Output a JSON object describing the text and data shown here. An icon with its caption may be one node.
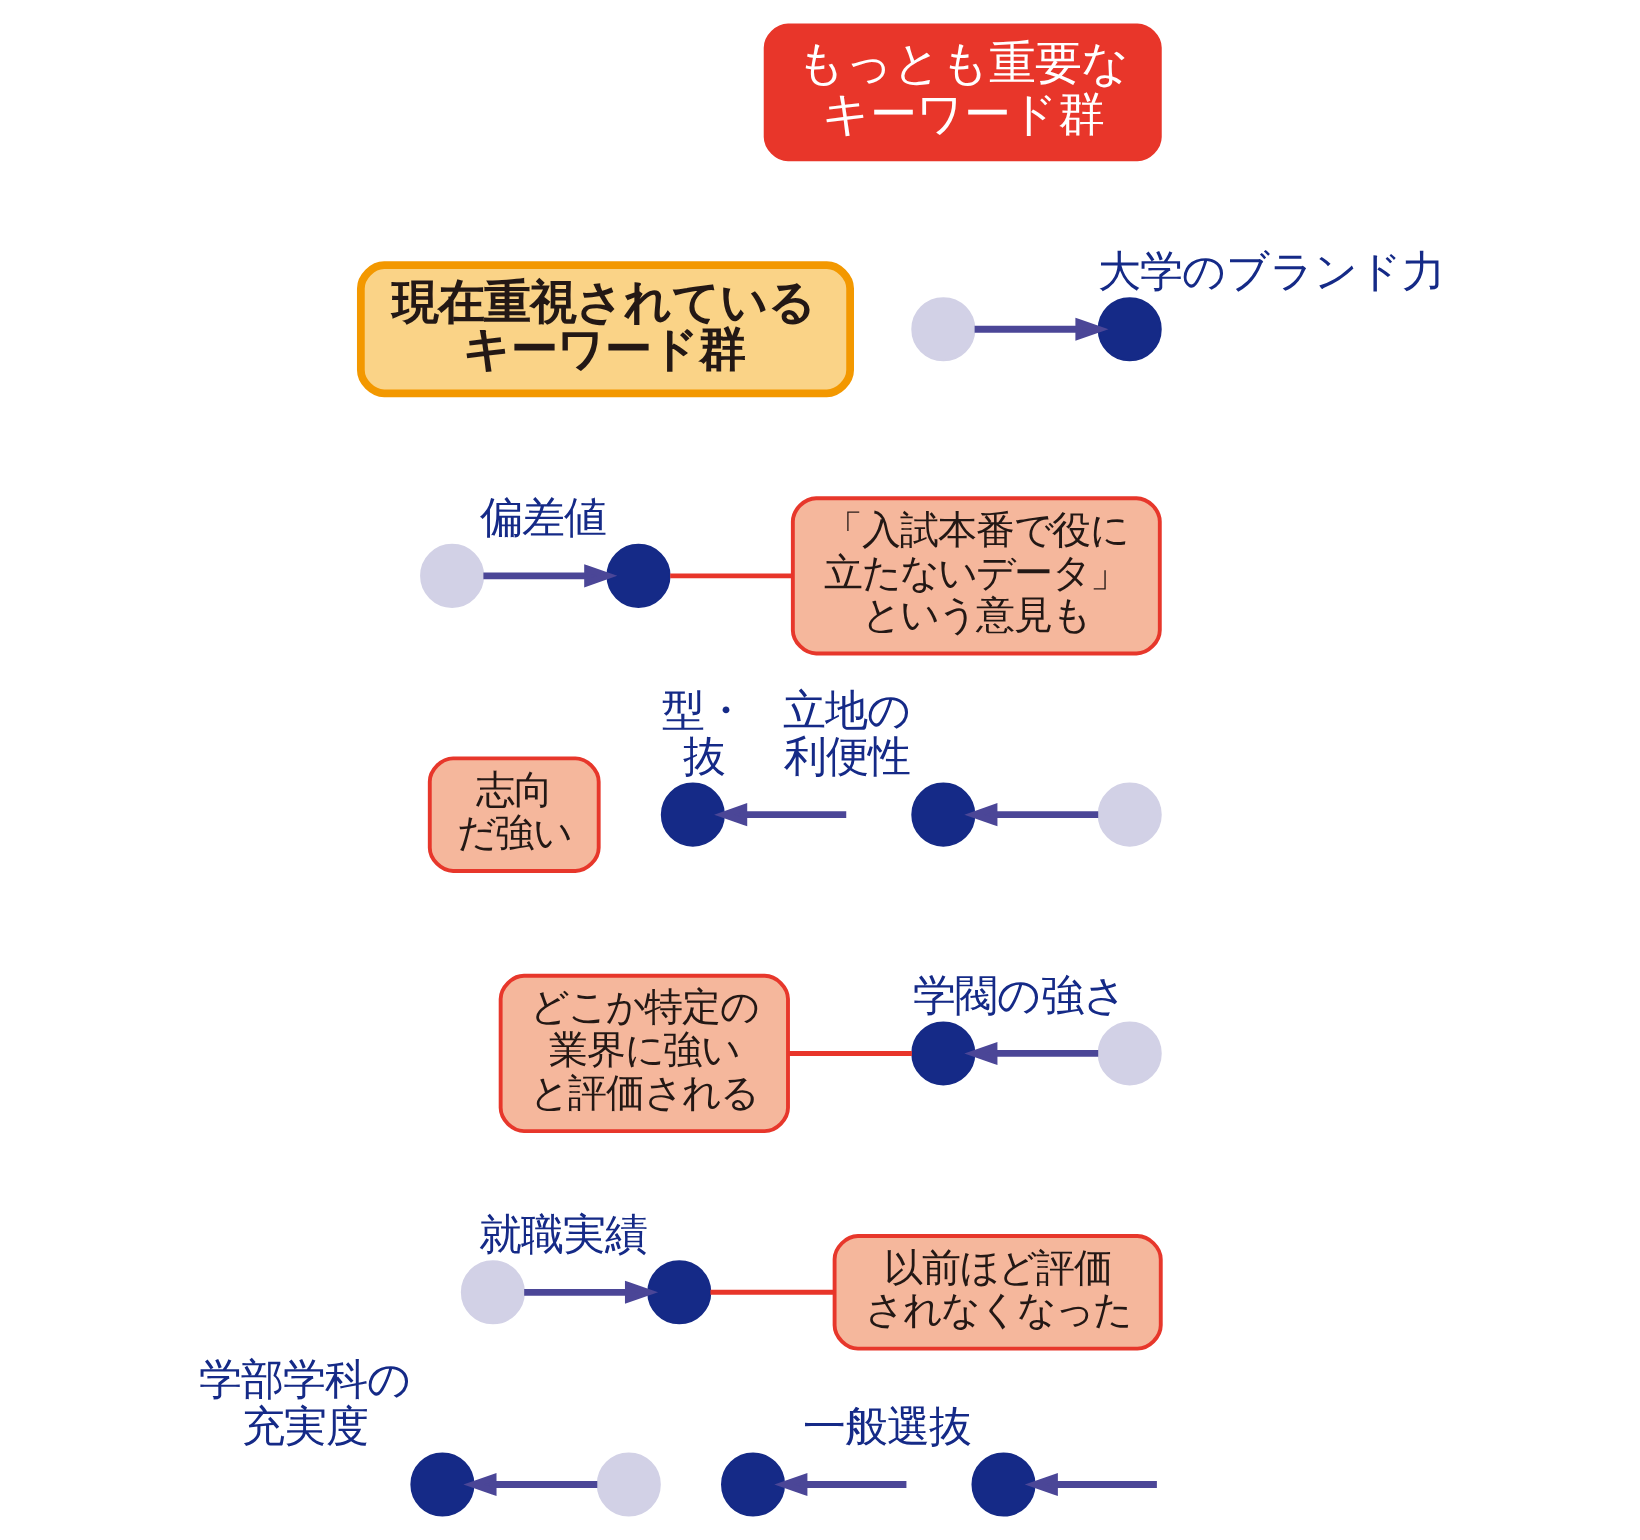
{
  "diagram": {
    "nodes": [
      {
        "text": [
          "もっとも重要なキーワード群"
        ]
      },
      {
        "text": [
          "現在重視されているキーワード群"
        ]
      },
      {
        "text": [],
        "shape": "circle"
      },
      {
        "text": [],
        "shape": "circle",
        "beside": [
          "大学のブランド力"
        ]
      },
      {
        "text": [],
        "shape": "circle"
      },
      {
        "text": [],
        "shape": "circle",
        "beside": [
          "偏差値"
        ]
      },
      {
        "text": [
          "「入試本番で役に立たないデータ」という意見も"
        ]
      },
      {
        "text": [
          "志向だ強い"
        ]
      },
      {
        "text": [],
        "shape": "circle",
        "beside": [
          "型・抜"
        ]
      },
      {
        "text": [],
        "shape": "circle",
        "beside": [
          "立地の利便性"
        ]
      },
      {
        "text": [],
        "shape": "circle"
      },
      {
        "text": [
          "どこか特定の業界に強いと評価される"
        ]
      },
      {
        "text": [],
        "shape": "circle",
        "beside": [
          "学閥の強さ"
        ]
      },
      {
        "text": [],
        "shape": "circle"
      },
      {
        "text": [],
        "shape": "circle",
        "beside": [
          "学部学科の充実度"
        ]
      },
      {
        "text": [],
        "shape": "circle",
        "beside": [
          "就職実績"
        ]
      },
      {
        "text": [
          "以前ほど評価されなくなった"
        ]
      },
      {
        "text": [],
        "shape": "circle"
      },
      {
        "text": [],
        "shape": "circle"
      },
      {
        "text": [],
        "shape": "circle",
        "beside": [
          "一般選抜"
        ]
      },
      {
        "text": [],
        "shape": "circle"
      }
    ],
    "edges": [
      {
        "from": 2,
        "to": 3,
        "arrow": "to"
      },
      {
        "from": 4,
        "to": 5,
        "arrow": "to"
      },
      {
        "from": 6,
        "to": 5,
        "arrow": "none",
        "color": "#e8352a"
      },
      {
        "from": null,
        "to": 8,
        "arrow": "to"
      },
      {
        "from": 10,
        "to": 9,
        "arrow": "to"
      },
      {
        "from": 11,
        "to": 12,
        "arrow": "none",
        "color": "#e8352a"
      },
      {
        "from": 13,
        "to": 15,
        "arrow": "to"
      },
      {
        "from": 16,
        "to": 15,
        "arrow": "none",
        "color": "#e8352a"
      },
      {
        "from": 17,
        "to": 14,
        "arrow": "to"
      },
      {
        "from": null,
        "to": 18,
        "arrow": "to"
      },
      {
        "from": null,
        "to": 19,
        "arrow": "to"
      },
      {
        "from": 20,
        "to": 12,
        "arrow": "to"
      }
    ]
  }
}
